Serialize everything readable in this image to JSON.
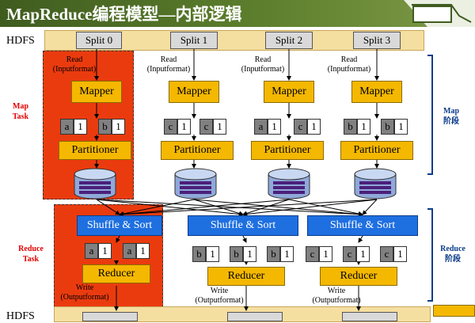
{
  "title": "MapReduce编程模型—内部逻辑",
  "hdfs": {
    "top_label": "HDFS",
    "bottom_label": "HDFS"
  },
  "splits": [
    "Split 0",
    "Split 1",
    "Split 2",
    "Split 3"
  ],
  "read_label": [
    "Read",
    "(Inputformat)"
  ],
  "mapper_label": "Mapper",
  "partitioner_label": "Partitioner",
  "map_kv": [
    [
      {
        "k": "a",
        "v": "1"
      },
      {
        "k": "b",
        "v": "1"
      }
    ],
    [
      {
        "k": "c",
        "v": "1"
      },
      {
        "k": "c",
        "v": "1"
      }
    ],
    [
      {
        "k": "a",
        "v": "1"
      },
      {
        "k": "c",
        "v": "1"
      }
    ],
    [
      {
        "k": "b",
        "v": "1"
      },
      {
        "k": "b",
        "v": "1"
      }
    ]
  ],
  "shuffle_label": "Shuffle & Sort",
  "reduce_kv": [
    [
      {
        "k": "a",
        "v": "1"
      },
      {
        "k": "a",
        "v": "1"
      }
    ],
    [
      {
        "k": "b",
        "v": "1"
      },
      {
        "k": "b",
        "v": "1"
      },
      {
        "k": "b",
        "v": "1"
      }
    ],
    [
      {
        "k": "c",
        "v": "1"
      },
      {
        "k": "c",
        "v": "1"
      },
      {
        "k": "c",
        "v": "1"
      }
    ]
  ],
  "reducer_label": "Reducer",
  "write_label": [
    "Write",
    "(Outputformat)"
  ],
  "phase": {
    "map_task": [
      "Map",
      "Task"
    ],
    "reduce_task": [
      "Reduce",
      "Task"
    ],
    "map_stage": [
      "Map",
      "阶段"
    ],
    "reduce_stage": [
      "Reduce",
      "阶段"
    ]
  },
  "colors": {
    "task_area": "#ea3b0f",
    "mapper": "#f5b800",
    "shuffle": "#1e6fe0",
    "hdfs": "#f5dfa0"
  }
}
